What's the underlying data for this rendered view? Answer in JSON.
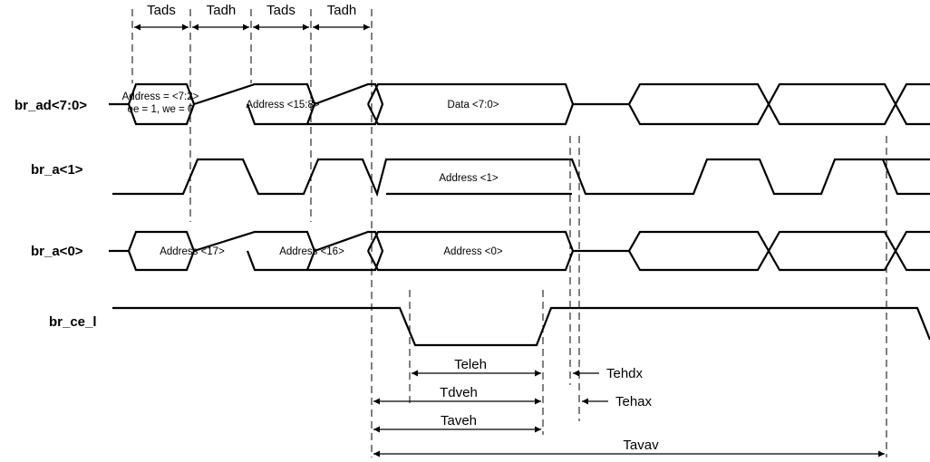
{
  "signals": {
    "ad": "br_ad<7:0>",
    "a1": "br_a<1>",
    "a0": "br_a<0>",
    "ce": "br_ce_l"
  },
  "top_intervals": [
    "Tads",
    "Tadh",
    "Tads",
    "Tadh"
  ],
  "ad_cells": {
    "first_line1": "Address = <7:2>",
    "first_line2": "oe = 1, we = 0",
    "second": "Address <15:8>",
    "third": "Data  <7:0>"
  },
  "a1_cell": "Address <1>",
  "a0_cells": {
    "first": "Address <17>",
    "second": "Address <16>",
    "third": "Address <0>"
  },
  "timing": {
    "teleh": "Teleh",
    "tdveh": "Tdveh",
    "taveh": "Taveh",
    "tavav": "Tavav",
    "tehdx": "Tehdx",
    "tehax": "Tehax"
  }
}
